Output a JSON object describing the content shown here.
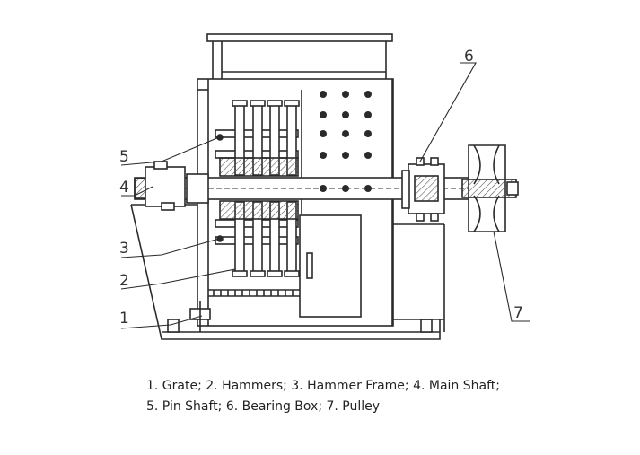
{
  "diagram": {
    "callouts": [
      {
        "id": "1",
        "label": "1"
      },
      {
        "id": "2",
        "label": "2"
      },
      {
        "id": "3",
        "label": "3"
      },
      {
        "id": "4",
        "label": "4"
      },
      {
        "id": "5",
        "label": "5"
      },
      {
        "id": "6",
        "label": "6"
      },
      {
        "id": "7",
        "label": "7"
      }
    ]
  },
  "caption": {
    "line1": "1. Grate; 2. Hammers; 3. Hammer Frame; 4. Main Shaft;",
    "line2": "5. Pin Shaft; 6. Bearing Box; 7. Pulley"
  },
  "colors": {
    "line": "#2a2a2a",
    "hatch": "#555555",
    "background": "#ffffff"
  }
}
